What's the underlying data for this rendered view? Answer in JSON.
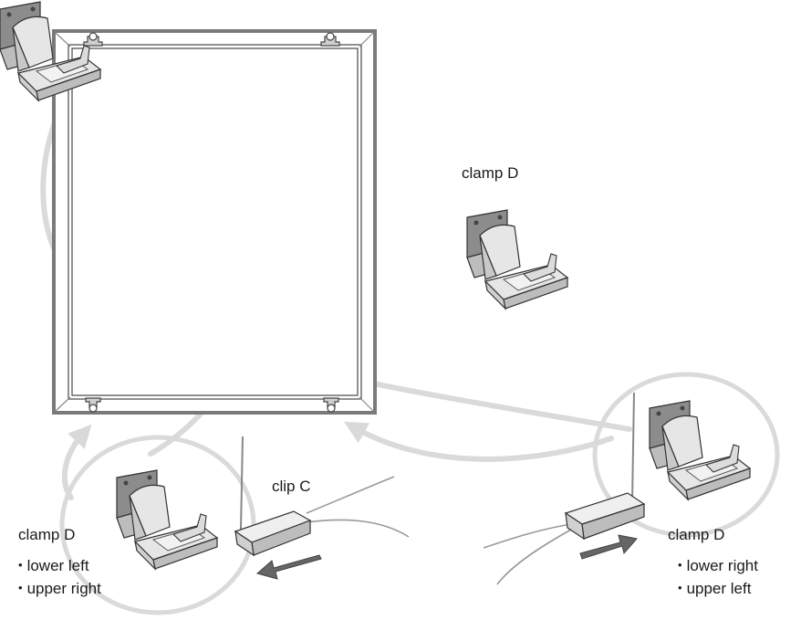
{
  "labels": {
    "clamp_top": "clamp D",
    "clip": "clip C",
    "clamp_left": "clamp D",
    "clamp_right": "clamp D"
  },
  "left_positions": [
    "lower left",
    "upper right"
  ],
  "right_positions": [
    "lower right",
    "upper left"
  ],
  "colors": {
    "frame": "#7a7a7a",
    "arrow": "#d9d9d9",
    "part_light": "#e6e6e6",
    "part_dark": "#8c8c8c",
    "push_arrow": "#666666"
  }
}
